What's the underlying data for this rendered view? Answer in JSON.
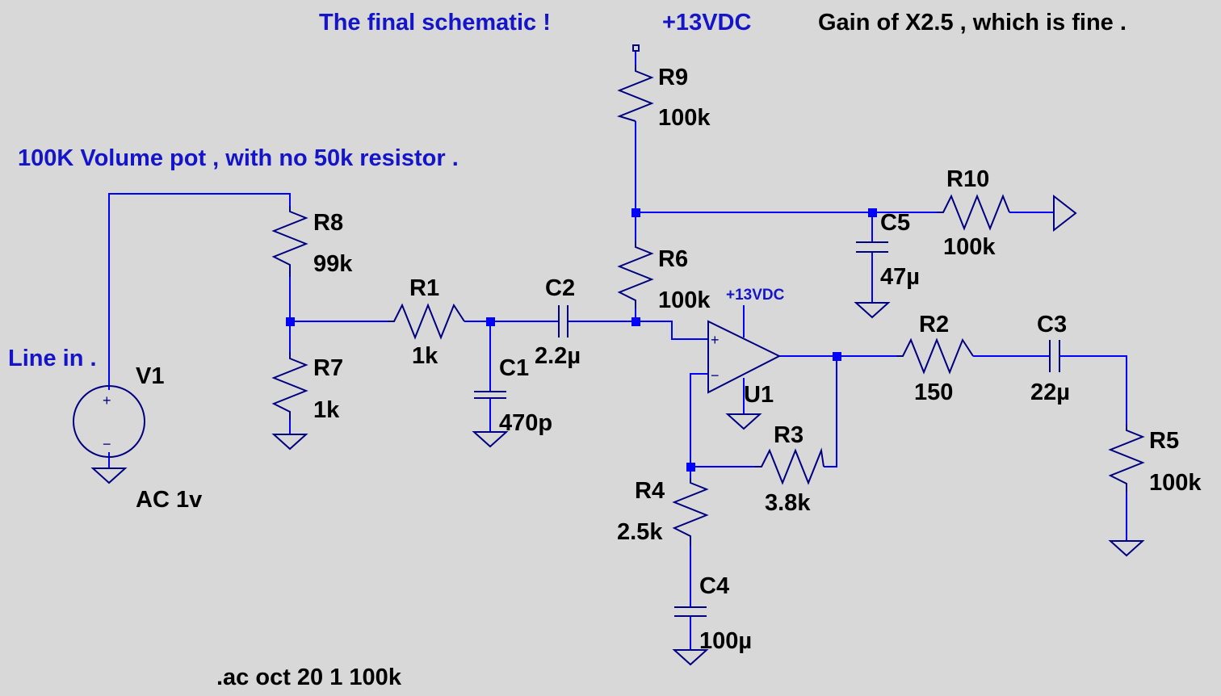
{
  "notes": {
    "title": "The final schematic !",
    "supply_top": "+13VDC",
    "gain_note": "Gain of X2.5 , which is fine .",
    "pot_note": "100K Volume pot , with no 50k resistor .",
    "line_in": "Line in .",
    "sim_directive": ".ac oct 20 1 100k",
    "opamp_supply": "+13VDC"
  },
  "components": {
    "V1": {
      "name": "V1",
      "value": "AC 1v"
    },
    "R1": {
      "name": "R1",
      "value": "1k"
    },
    "R2": {
      "name": "R2",
      "value": "150"
    },
    "R3": {
      "name": "R3",
      "value": "3.8k"
    },
    "R4": {
      "name": "R4",
      "value": "2.5k"
    },
    "R5": {
      "name": "R5",
      "value": "100k"
    },
    "R6": {
      "name": "R6",
      "value": "100k"
    },
    "R7": {
      "name": "R7",
      "value": "1k"
    },
    "R8": {
      "name": "R8",
      "value": "99k"
    },
    "R9": {
      "name": "R9",
      "value": "100k"
    },
    "R10": {
      "name": "R10",
      "value": "100k"
    },
    "C1": {
      "name": "C1",
      "value": "470p"
    },
    "C2": {
      "name": "C2",
      "value": "2.2µ"
    },
    "C3": {
      "name": "C3",
      "value": "22µ"
    },
    "C4": {
      "name": "C4",
      "value": "100µ"
    },
    "C5": {
      "name": "C5",
      "value": "47µ"
    },
    "U1": {
      "name": "U1"
    }
  },
  "opamp_pins": {
    "plus": "+",
    "minus": "−"
  },
  "source_pins": {
    "plus": "+",
    "minus": "−"
  },
  "colors": {
    "wire": "#0000ff",
    "component": "#000080",
    "note_text": "#1414c8",
    "background": "#d8d8d8"
  }
}
